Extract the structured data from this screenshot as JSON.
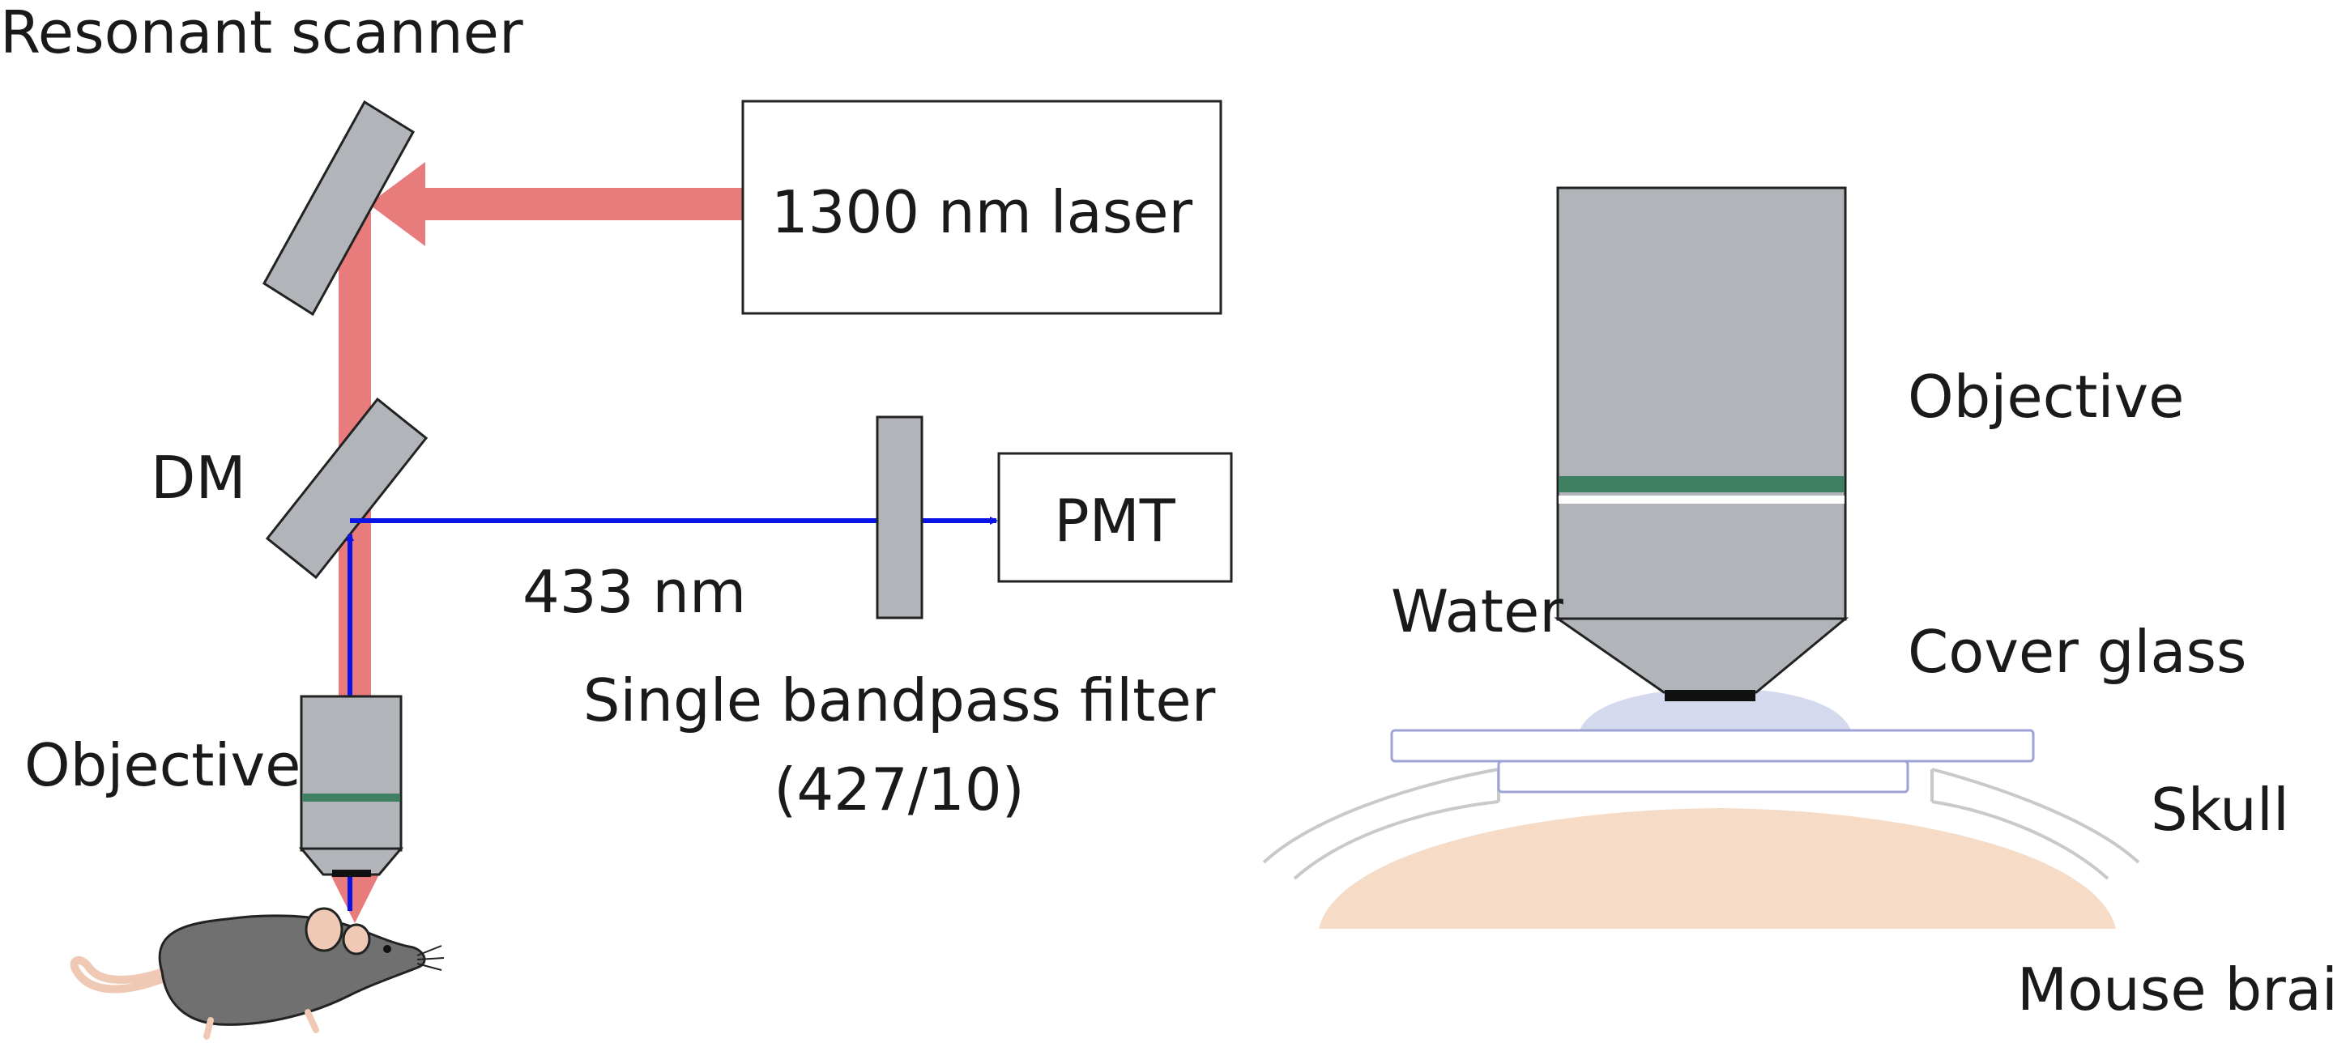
{
  "labels": {
    "resonant_scanner": "Resonant scanner",
    "laser": "1300 nm laser",
    "dm": "DM",
    "pmt": "PMT",
    "wavelength": "433 nm",
    "filter_line1": "Single bandpass filter",
    "filter_line2": "(427/10)",
    "objective_left": "Objective",
    "objective_right": "Objective",
    "water": "Water",
    "cover_glass": "Cover glass",
    "skull": "Skull",
    "mouse_brain": "Mouse brain"
  },
  "colors": {
    "excitation_beam": "#e87b7b",
    "emission_beam": "#0a14e6",
    "optic_gray": "#b1b5ba",
    "objective_band": "#3f8062",
    "water": "#d4d9ee",
    "cover_glass_edge": "#9ea3d6",
    "skull": "#c9c9c9",
    "brain": "#f6dcc6",
    "mouse_body": "#707070",
    "mouse_ear": "#f0c9b5"
  }
}
